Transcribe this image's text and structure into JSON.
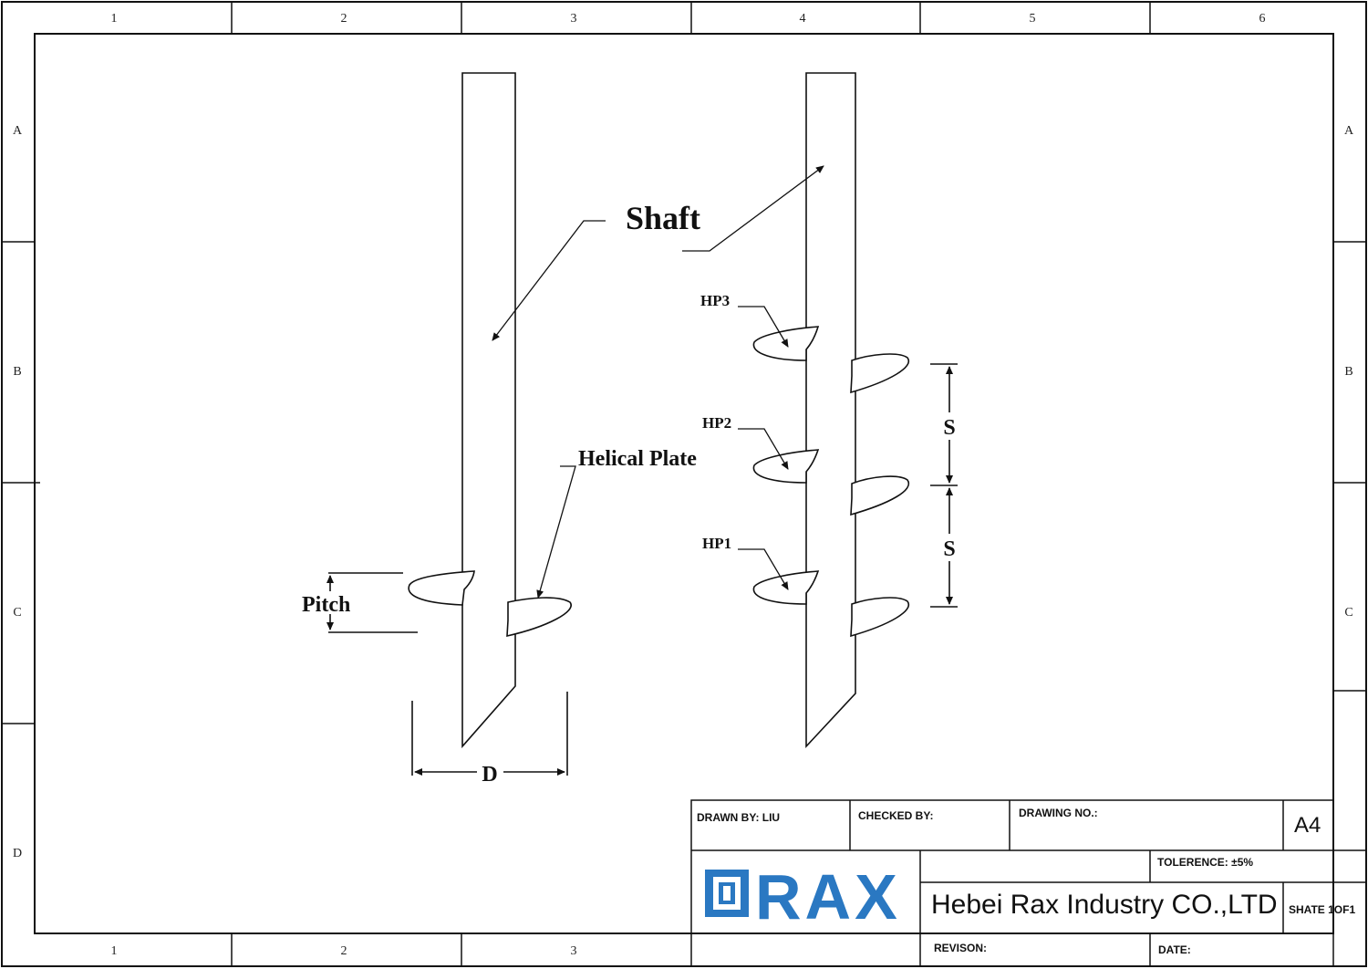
{
  "frame": {
    "zones_top": [
      "1",
      "2",
      "3",
      "4",
      "5",
      "6"
    ],
    "zones_bottom": [
      "1",
      "2",
      "3"
    ],
    "zones_side": [
      "A",
      "B",
      "C",
      "D"
    ],
    "zones_right": [
      "A",
      "B",
      "C"
    ]
  },
  "labels": {
    "shaft": "Shaft",
    "helical_plate": "Helical Plate",
    "pitch": "Pitch",
    "diameter": "D",
    "spacing_1": "S",
    "spacing_2": "S",
    "hp1": "HP1",
    "hp2": "HP2",
    "hp3": "HP3"
  },
  "title_block": {
    "drawn_by": "DRAWN BY:   LIU",
    "checked_by": "CHECKED BY:",
    "drawing_no": "DRAWING NO.:",
    "size": "A4",
    "tolerance": "TOLERENCE:   ±5%",
    "company": "Hebei Rax Industry CO.,LTD",
    "sheet": "SHATE 1OF1",
    "revision": "REVISON:",
    "date": "DATE:",
    "logo_text": "RAX"
  },
  "colors": {
    "line": "#111111",
    "logo_blue": "#2a78c2"
  }
}
